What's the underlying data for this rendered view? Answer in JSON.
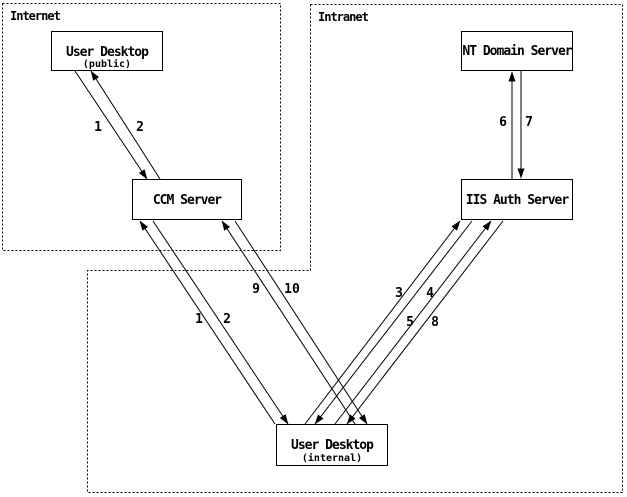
{
  "colors": {
    "ink": "#000000",
    "background": "#ffffff"
  },
  "diagram": {
    "zones": [
      {
        "id": "internet",
        "label": "Internet"
      },
      {
        "id": "intranet",
        "label": "Intranet"
      }
    ],
    "nodes": [
      {
        "id": "user-desktop-public",
        "label": "User Desktop",
        "sublabel": "(public)"
      },
      {
        "id": "ccm-server",
        "label": "CCM Server"
      },
      {
        "id": "nt-domain-server",
        "label": "NT Domain Server"
      },
      {
        "id": "iis-auth-server",
        "label": "IIS Auth Server"
      },
      {
        "id": "user-desktop-internal",
        "label": "User Desktop",
        "sublabel": "(internal)"
      }
    ],
    "edges": [
      {
        "label": "1",
        "from": "user-desktop-public",
        "to": "ccm-server"
      },
      {
        "label": "2",
        "from": "ccm-server",
        "to": "user-desktop-public"
      },
      {
        "label": "1",
        "from": "user-desktop-internal",
        "to": "ccm-server"
      },
      {
        "label": "2",
        "from": "ccm-server",
        "to": "user-desktop-internal"
      },
      {
        "label": "9",
        "from": "user-desktop-internal",
        "to": "ccm-server"
      },
      {
        "label": "10",
        "from": "ccm-server",
        "to": "user-desktop-internal"
      },
      {
        "label": "3",
        "from": "user-desktop-internal",
        "to": "iis-auth-server"
      },
      {
        "label": "4",
        "from": "iis-auth-server",
        "to": "user-desktop-internal"
      },
      {
        "label": "5",
        "from": "user-desktop-internal",
        "to": "iis-auth-server"
      },
      {
        "label": "8",
        "from": "iis-auth-server",
        "to": "user-desktop-internal"
      },
      {
        "label": "6",
        "from": "iis-auth-server",
        "to": "nt-domain-server"
      },
      {
        "label": "7",
        "from": "nt-domain-server",
        "to": "iis-auth-server"
      }
    ]
  }
}
